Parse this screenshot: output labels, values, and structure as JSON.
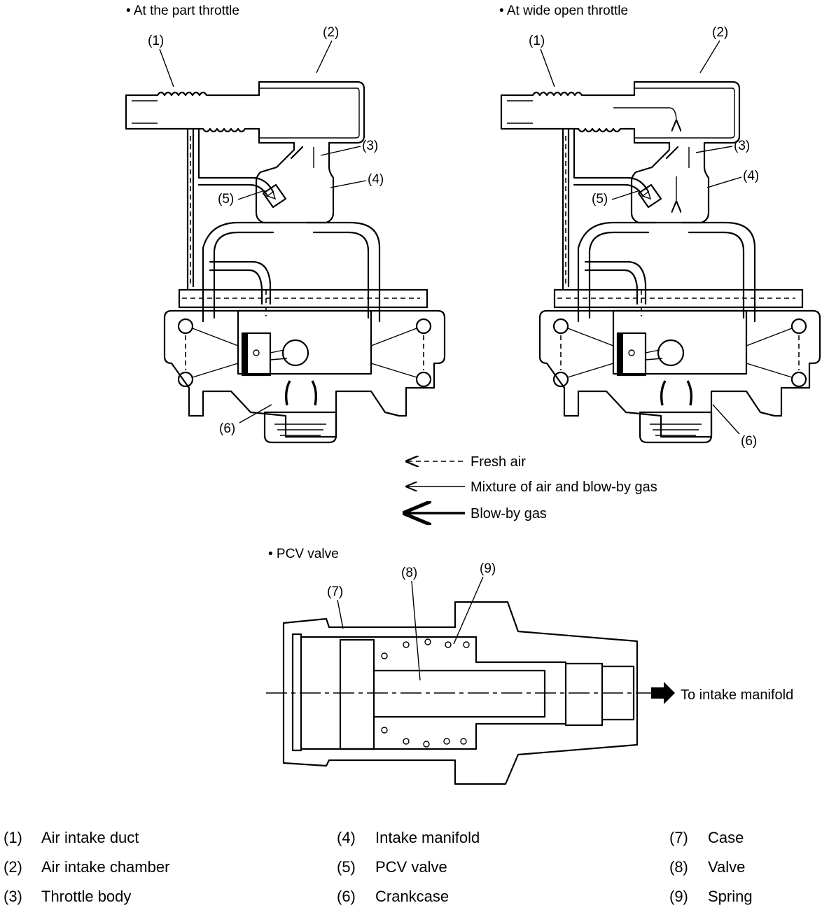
{
  "subtitles": {
    "part_throttle": "• At the part throttle",
    "wide_open": "• At wide open throttle",
    "pcv_valve": "• PCV valve"
  },
  "callouts": {
    "n1": "(1)",
    "n2": "(2)",
    "n3": "(3)",
    "n4": "(4)",
    "n5": "(5)",
    "n6": "(6)",
    "n7": "(7)",
    "n8": "(8)",
    "n9": "(9)"
  },
  "arrow_legend": [
    {
      "label": "Fresh air",
      "style": "dashed"
    },
    {
      "label": "Mixture of air and blow-by gas",
      "style": "thin"
    },
    {
      "label": "Blow-by gas",
      "style": "thick"
    }
  ],
  "to_intake_label": "To intake manifold",
  "parts_key": [
    {
      "num": "(1)",
      "name": "Air intake duct"
    },
    {
      "num": "(2)",
      "name": "Air intake chamber"
    },
    {
      "num": "(3)",
      "name": "Throttle body"
    },
    {
      "num": "(4)",
      "name": "Intake manifold"
    },
    {
      "num": "(5)",
      "name": "PCV valve"
    },
    {
      "num": "(6)",
      "name": "Crankcase"
    },
    {
      "num": "(7)",
      "name": "Case"
    },
    {
      "num": "(8)",
      "name": "Valve"
    },
    {
      "num": "(9)",
      "name": "Spring"
    }
  ]
}
